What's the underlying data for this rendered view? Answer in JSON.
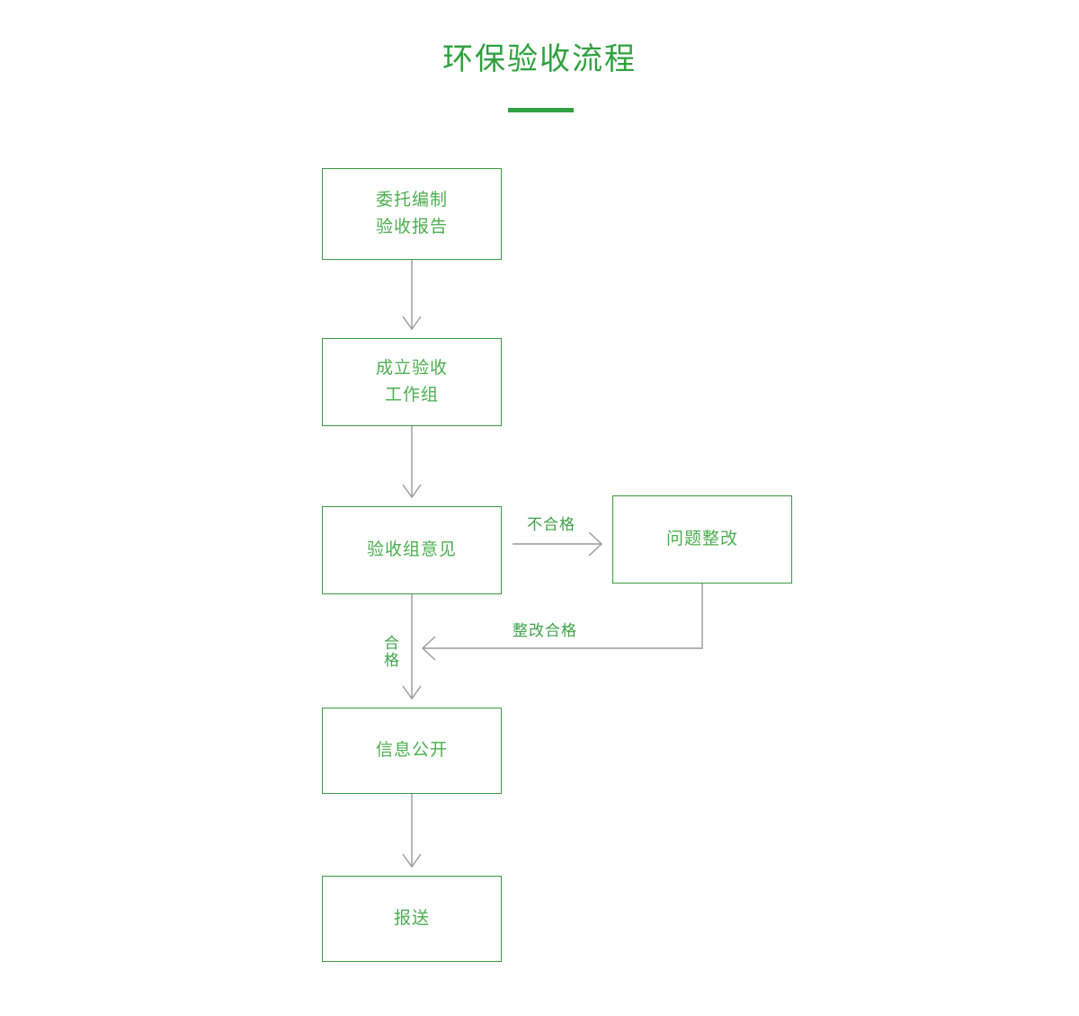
{
  "page": {
    "title": "环保验收流程",
    "accent_color": "#2fa13f",
    "node_border_color": "#3a9a43",
    "node_text_color": "#4caf50",
    "connector_color": "#9a9a9a",
    "background_color": "#ffffff"
  },
  "flow": {
    "nodes": [
      {
        "id": "node-1",
        "label": "委托编制\n验收报告"
      },
      {
        "id": "node-2",
        "label": "成立验收\n工作组"
      },
      {
        "id": "node-3",
        "label": "验收组意见"
      },
      {
        "id": "node-4",
        "label": "问题整改"
      },
      {
        "id": "node-5",
        "label": "信息公开"
      },
      {
        "id": "node-6",
        "label": "报送"
      }
    ],
    "edge_labels": {
      "fail": "不合格",
      "rectified": "整改合格",
      "pass": "合格"
    }
  }
}
